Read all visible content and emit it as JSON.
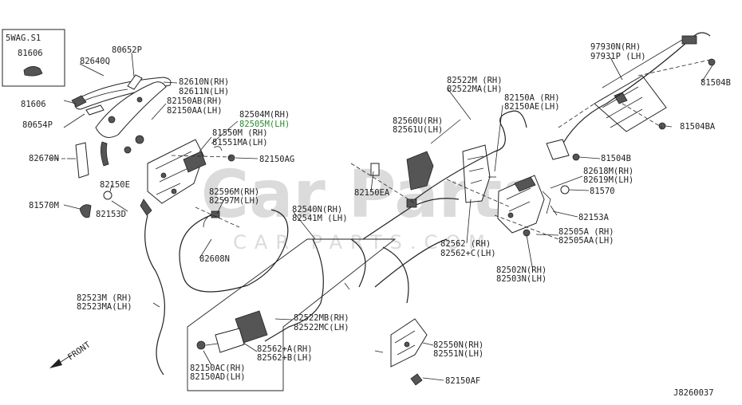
{
  "inset": {
    "model_label": "5WAG.S1",
    "part_label": "81606"
  },
  "watermark": {
    "main": "Car Parts",
    "sub": "CAR PARTS.COM"
  },
  "direction": {
    "label": "FRONT"
  },
  "drawing_code": "J8260037",
  "callouts": [
    "80652P",
    "82640Q",
    "82610N(RH)",
    "82611N(LH)",
    "82150AB(RH)",
    "82150AA(LH)",
    "81606",
    "80654P",
    "82670N",
    "82150E",
    "81570M",
    "82153D",
    "82504M(RH)",
    "82505M(LH)",
    "81550M (RH)",
    "81551MA(LH)",
    "82150AG",
    "82596M(RH)",
    "82597M(LH)",
    "82540N(RH)",
    "82541M (LH)",
    "82608N",
    "82523M  (RH)",
    "82523MA(LH)",
    "82522MB(RH)",
    "82522MC(LH)",
    "82562+A(RH)",
    "82562+B(LH)",
    "82150AC(RH)",
    "82150AD(LH)",
    "82522M  (RH)",
    "82522MA(LH)",
    "82560U(RH)",
    "82561U(LH)",
    "82150A  (RH)",
    "82150AE(LH)",
    "82150EA",
    "82562  (RH)",
    "82562+C(LH)",
    "97930N(RH)",
    "97931P (LH)",
    "81504B",
    "81504BA",
    "81504B",
    "82618M(RH)",
    "82619M(LH)",
    "81570",
    "82153A",
    "82505A  (RH)",
    "82505AA(LH)",
    "82502N(RH)",
    "82503N(LH)",
    "82550N(RH)",
    "82551N(LH)",
    "82150AF"
  ]
}
